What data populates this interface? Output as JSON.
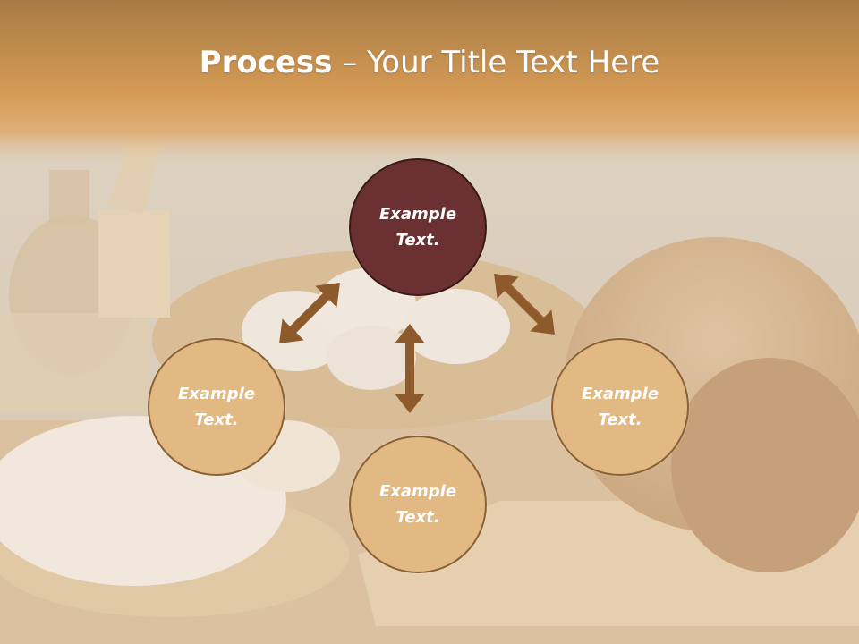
{
  "title": {
    "bold": "Process",
    "dash": " – ",
    "rest": "Your Title Text Here"
  },
  "nodes": {
    "top": "Example\nText.",
    "left": "Example\nText.",
    "right": "Example\nText.",
    "bottom": "Example\nText."
  },
  "colors": {
    "header": "#d49a55",
    "node_accent": "#6b3032",
    "node_fill": "#e2b883",
    "arrow": "#8d5a2b"
  }
}
